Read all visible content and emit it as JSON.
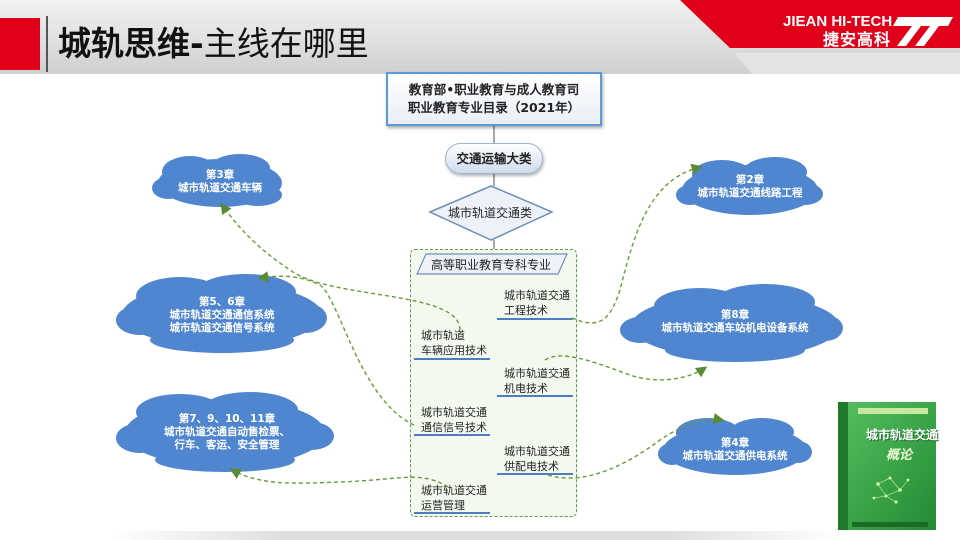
{
  "header": {
    "title_bold": "城轨思维-",
    "title_normal": "主线在哪里",
    "logo_en": "JIEAN HI-TECH",
    "logo_cn": "捷安高科"
  },
  "diagram": {
    "root_line1": "教育部•职业教育与成人教育司",
    "root_line2": "职业教育专业目录（2021年）",
    "category": "交通运输大类",
    "subcategory": "城市轨道交通类",
    "level": "高等职业教育专科专业",
    "majors": [
      {
        "line1": "城市轨道",
        "line2": "车辆应用技术"
      },
      {
        "line1": "城市轨道交通",
        "line2": "工程技术"
      },
      {
        "line1": "城市轨道交通",
        "line2": "机电技术"
      },
      {
        "line1": "城市轨道交通",
        "line2": "通信信号技术"
      },
      {
        "line1": "城市轨道交通",
        "line2": "供配电技术"
      },
      {
        "line1": "城市轨道交通",
        "line2": "运营管理"
      }
    ]
  },
  "clouds": [
    {
      "line1": "第3章",
      "line2": "城市轨道交通车辆"
    },
    {
      "line1": "第5、6章",
      "line2": "城市轨道交通通信系统",
      "line3": "城市轨道交通信号系统"
    },
    {
      "line1": "第7、9、10、11章",
      "line2": "城市轨道交通自动售检票、",
      "line3": "行车、客运、安全管理"
    },
    {
      "line1": "第2章",
      "line2": "城市轨道交通线路工程"
    },
    {
      "line1": "第8章",
      "line2": "城市轨道交通车站机电设备系统"
    },
    {
      "line1": "第4章",
      "line2": "城市轨道交通供电系统"
    }
  ],
  "book": {
    "title": "城市轨道交通",
    "subtitle": "概论"
  },
  "colors": {
    "brand_red": "#e0001a",
    "cloud_blue": "#4f86cf",
    "connector_green": "#6a9a3a",
    "book_green": "#3aa845"
  }
}
